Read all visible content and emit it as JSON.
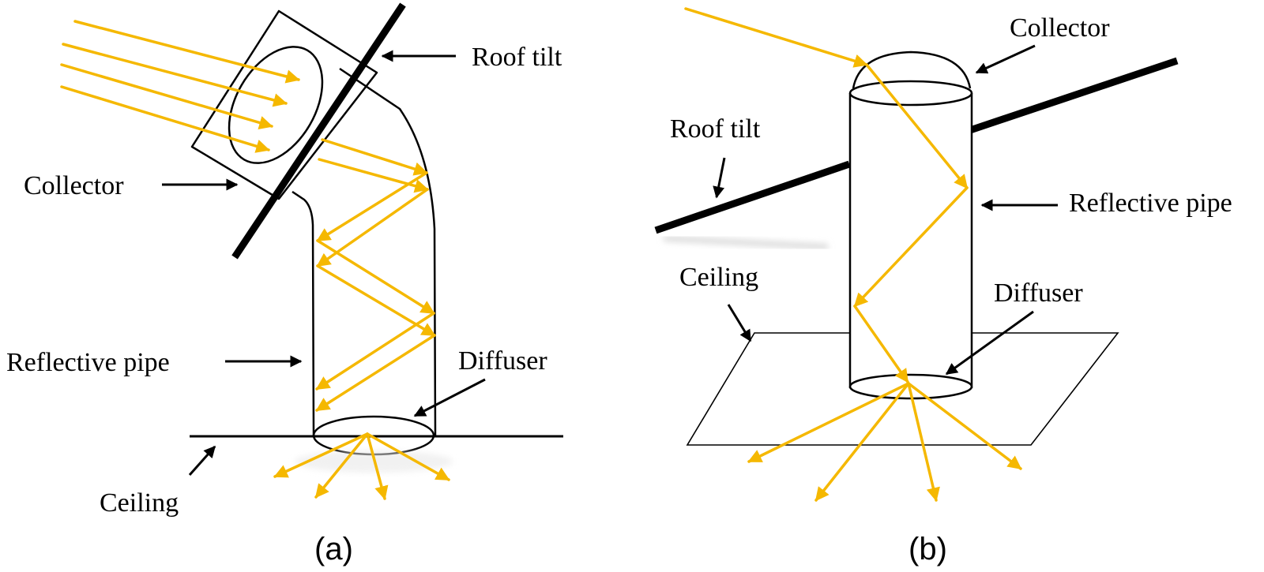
{
  "colors": {
    "light_ray": "#F5B800",
    "outline": "#000000",
    "background": "#FFFFFF"
  },
  "panel_a": {
    "caption": "(a)",
    "labels": {
      "roof_tilt": "Roof tilt",
      "collector": "Collector",
      "reflective_pipe": "Reflective pipe",
      "diffuser": "Diffuser",
      "ceiling": "Ceiling"
    }
  },
  "panel_b": {
    "caption": "(b)",
    "labels": {
      "collector": "Collector",
      "roof_tilt": "Roof tilt",
      "reflective_pipe": "Reflective pipe",
      "ceiling": "Ceiling",
      "diffuser": "Diffuser"
    }
  }
}
